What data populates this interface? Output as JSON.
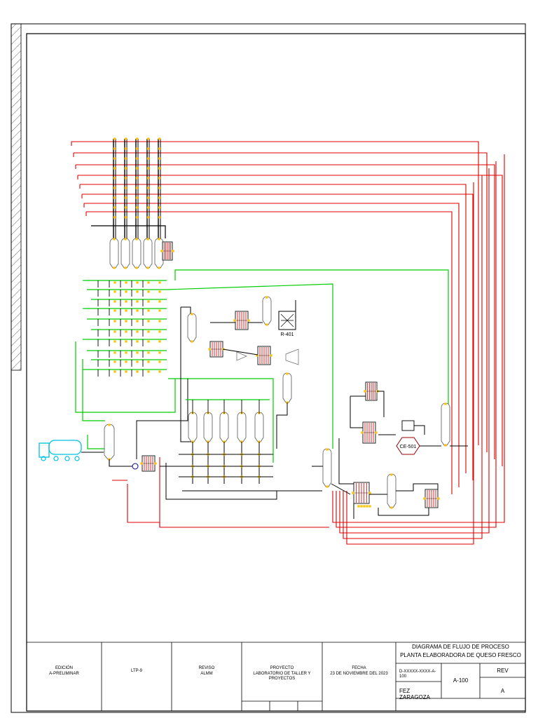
{
  "title_block": {
    "edition_label": "EDICIÓN",
    "edition_value": "A-PRELIMINAR",
    "code": "LTP-9",
    "reviewed_label": "REVISO",
    "reviewed_value": "ALMM",
    "project_label": "PROYECTO",
    "project_value": "LABORATORIO DE TALLER Y PROYECTOS",
    "date_label": "FECHA",
    "date_value": "23 DE NOVIEMBRE DEL 2023",
    "drawing_title_1": "DIAGRAMA DE FLUJO DE PROCESO",
    "drawing_title_2": "PLANTA ELABORADORA DE QUESO FRESCO",
    "drawing_number": "D-XXXXX-XXXX-A-100",
    "sheet": "A-100",
    "rev_label": "REV",
    "rev_value": "A",
    "author": "FEZ ZARAGOZA"
  },
  "equipment_tags": {
    "reactor": "R-401",
    "centrifuge": "CE-501"
  },
  "colors": {
    "utility_line": "#e00000",
    "recycle_line": "#00cc00",
    "process_line": "#000000",
    "nozzle": "#ffc000",
    "truck": "#00c0e0"
  }
}
